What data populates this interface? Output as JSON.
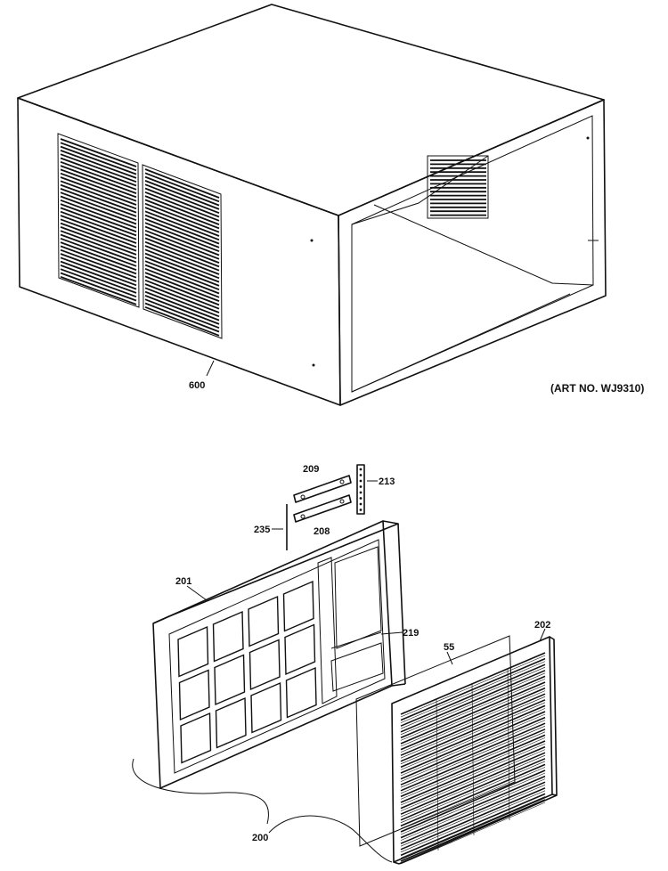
{
  "art_number": "(ART NO. WJ9310)",
  "callouts": {
    "p600": "600",
    "p209": "209",
    "p213": "213",
    "p235": "235",
    "p208": "208",
    "p201": "201",
    "p219": "219",
    "p55": "55",
    "p202": "202",
    "p200": "200"
  },
  "colors": {
    "ink": "#111111",
    "paper": "#ffffff"
  }
}
